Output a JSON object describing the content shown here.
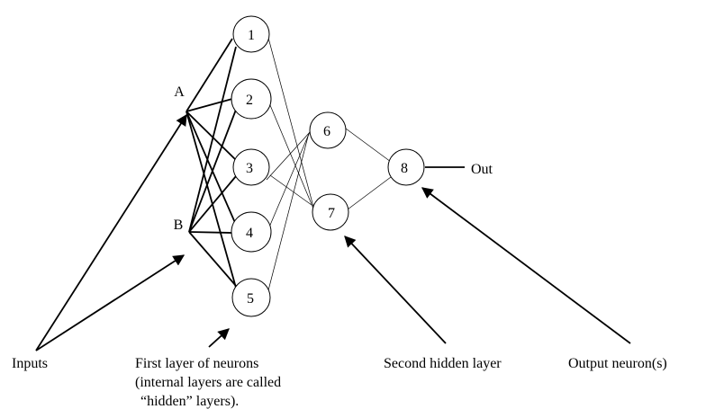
{
  "inputs": [
    {
      "id": "A",
      "label": "A"
    },
    {
      "id": "B",
      "label": "B"
    }
  ],
  "neurons": [
    {
      "id": "1",
      "label": "1"
    },
    {
      "id": "2",
      "label": "2"
    },
    {
      "id": "3",
      "label": "3"
    },
    {
      "id": "4",
      "label": "4"
    },
    {
      "id": "5",
      "label": "5"
    },
    {
      "id": "6",
      "label": "6"
    },
    {
      "id": "7",
      "label": "7"
    },
    {
      "id": "8",
      "label": "8"
    }
  ],
  "output_label": "Out",
  "captions": {
    "inputs": "Inputs",
    "first_layer": [
      "First layer of neurons",
      "(internal layers are called",
      "“hidden” layers)."
    ],
    "second_layer": "Second hidden layer",
    "output": "Output neuron(s)"
  }
}
